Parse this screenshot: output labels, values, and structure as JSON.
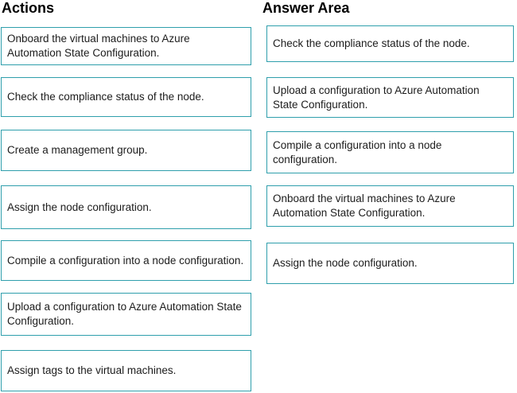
{
  "actions": {
    "title": "Actions",
    "items": [
      {
        "label": "Onboard the virtual machines to Azure Automation State Configuration."
      },
      {
        "label": "Check the compliance status of the node."
      },
      {
        "label": "Create a management group."
      },
      {
        "label": "Assign the node configuration."
      },
      {
        "label": "Compile a configuration into a node configuration."
      },
      {
        "label": "Upload a configuration to Azure Automation State Configuration."
      },
      {
        "label": "Assign tags to the virtual machines."
      }
    ]
  },
  "answer_area": {
    "title": "Answer Area",
    "items": [
      {
        "label": "Check the compliance status of the node."
      },
      {
        "label": "Upload a configuration to Azure Automation State Configuration."
      },
      {
        "label": "Compile a configuration into a node configuration."
      },
      {
        "label": "Onboard the virtual machines to Azure Automation State Configuration."
      },
      {
        "label": "Assign the node configuration."
      }
    ]
  },
  "colors": {
    "box_border": "#2f9fac",
    "text": "#1c1c1c",
    "heading": "#000000",
    "background": "#ffffff"
  }
}
